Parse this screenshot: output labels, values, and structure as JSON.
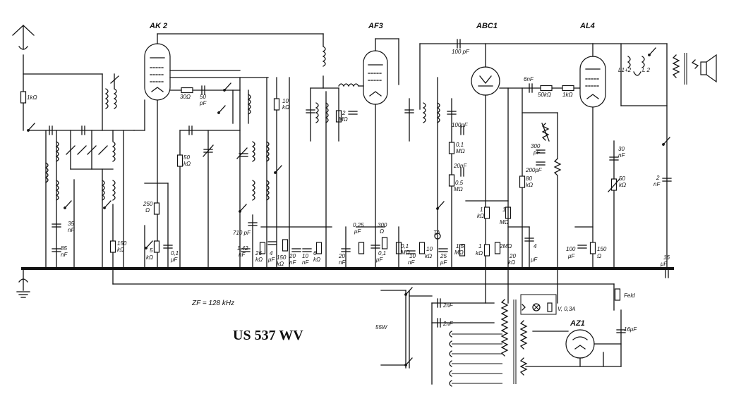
{
  "title": "US 537 WV",
  "zf_label": "ZF = 128 kHz",
  "tubes": [
    {
      "id": "ak2",
      "label": "AK 2"
    },
    {
      "id": "af3",
      "label": "AF3"
    },
    {
      "id": "abc1",
      "label": "ABC1"
    },
    {
      "id": "al4",
      "label": "AL4"
    },
    {
      "id": "az1",
      "label": "AZ1"
    }
  ],
  "components": {
    "r_1k_ant": "1kΩ",
    "r_30": "30Ω",
    "c_50p_ak": "50",
    "c_50p_ak_u": "pF",
    "r_10k_a": "10",
    "r_10k_a_u": "kΩ",
    "r_50k_ak": "50",
    "r_50k_ak_u": "kΩ",
    "c_35n": "35",
    "c_35n_u": "nF",
    "c_85n": "85",
    "c_85n_u": "nF",
    "r_150k": "150",
    "r_150k_u": "kΩ",
    "r_250": "250",
    "r_250_u": "Ω",
    "r_5k": "5",
    "r_5k_u": "kΩ",
    "c_01u_a": "0,1",
    "c_01u_a_u": "μF",
    "c_710p": "710 pF",
    "c_142n": "1,42",
    "c_142n_u": "nF",
    "r_26k": "26",
    "r_26k_u": "kΩ",
    "c_4u_a": "4",
    "c_4u_a_u": "μF",
    "r_150k_b": "150",
    "r_150k_b_u": "kΩ",
    "c_20n_a": "20",
    "c_20n_a_u": "nF",
    "c_10n_a": "10",
    "c_10n_a_u": "nF",
    "r_6k": "6",
    "r_6k_u": "kΩ",
    "r_2m_af": "2",
    "r_2m_af_u": "MΩ",
    "c_20n_b": "20",
    "c_20n_b_u": "nF",
    "r_025m": "0,25",
    "r_025m_u": "μF",
    "r_300": "300",
    "r_300_u": "Ω",
    "c_01u_b": "0,1",
    "c_01u_b_u": "μF",
    "r_01m_b": "0,1",
    "r_01m_b_u": "MΩ",
    "c_10n_b": "10",
    "c_10n_b_u": "nF",
    "r_10k_b": "10",
    "r_10k_b_u": "kΩ",
    "c_100p": "100 pF",
    "c_100p_b": "100pF",
    "r_01m_c": "0,1",
    "r_01m_c_u": "MΩ",
    "c_20n_c": "20nF",
    "r_05m": "0,5",
    "r_05m_u": "MΩ",
    "c_25u": "25",
    "c_25u_u": "μF",
    "r_15m": "1,5",
    "r_15m_u": "MΩ",
    "r_1k_c": "1",
    "r_1k_c_u": "kΩ",
    "r_1m": "1",
    "r_1m_u": "MΩ",
    "r_1k_d": "1",
    "r_1k_d_u": "kΩ",
    "r_2m_b": "2MΩ",
    "r_20k": "20",
    "r_20k_u": "kΩ",
    "c_4u_b": "4",
    "c_4u_b_u": "μF",
    "c_6n": "6nF",
    "r_50k_b": "50kΩ",
    "r_1k_e": "1kΩ",
    "c_300p": "300",
    "c_300p_u": "pF",
    "c_200p": "200pF",
    "r_80k": "80",
    "r_80k_u": "kΩ",
    "c_30n": "30",
    "c_30n_u": "nF",
    "r_50k_c": "50",
    "r_50k_c_u": "kΩ",
    "c_2n": "2",
    "c_2n_u": "nF",
    "c_100u": "100",
    "c_100u_u": "μF",
    "r_150": "150",
    "r_150_u": "Ω",
    "c_16u_a": "16",
    "c_16u_a_u": "μF",
    "feld": "Feld",
    "c_2n_p1": "2nF",
    "c_2n_p2": "2nF",
    "pilot": "V, 0,3A",
    "c_16u_b": "16μF",
    "power": "55W",
    "ta": "TA",
    "l12": "L1+2",
    "l2": "L 2"
  }
}
